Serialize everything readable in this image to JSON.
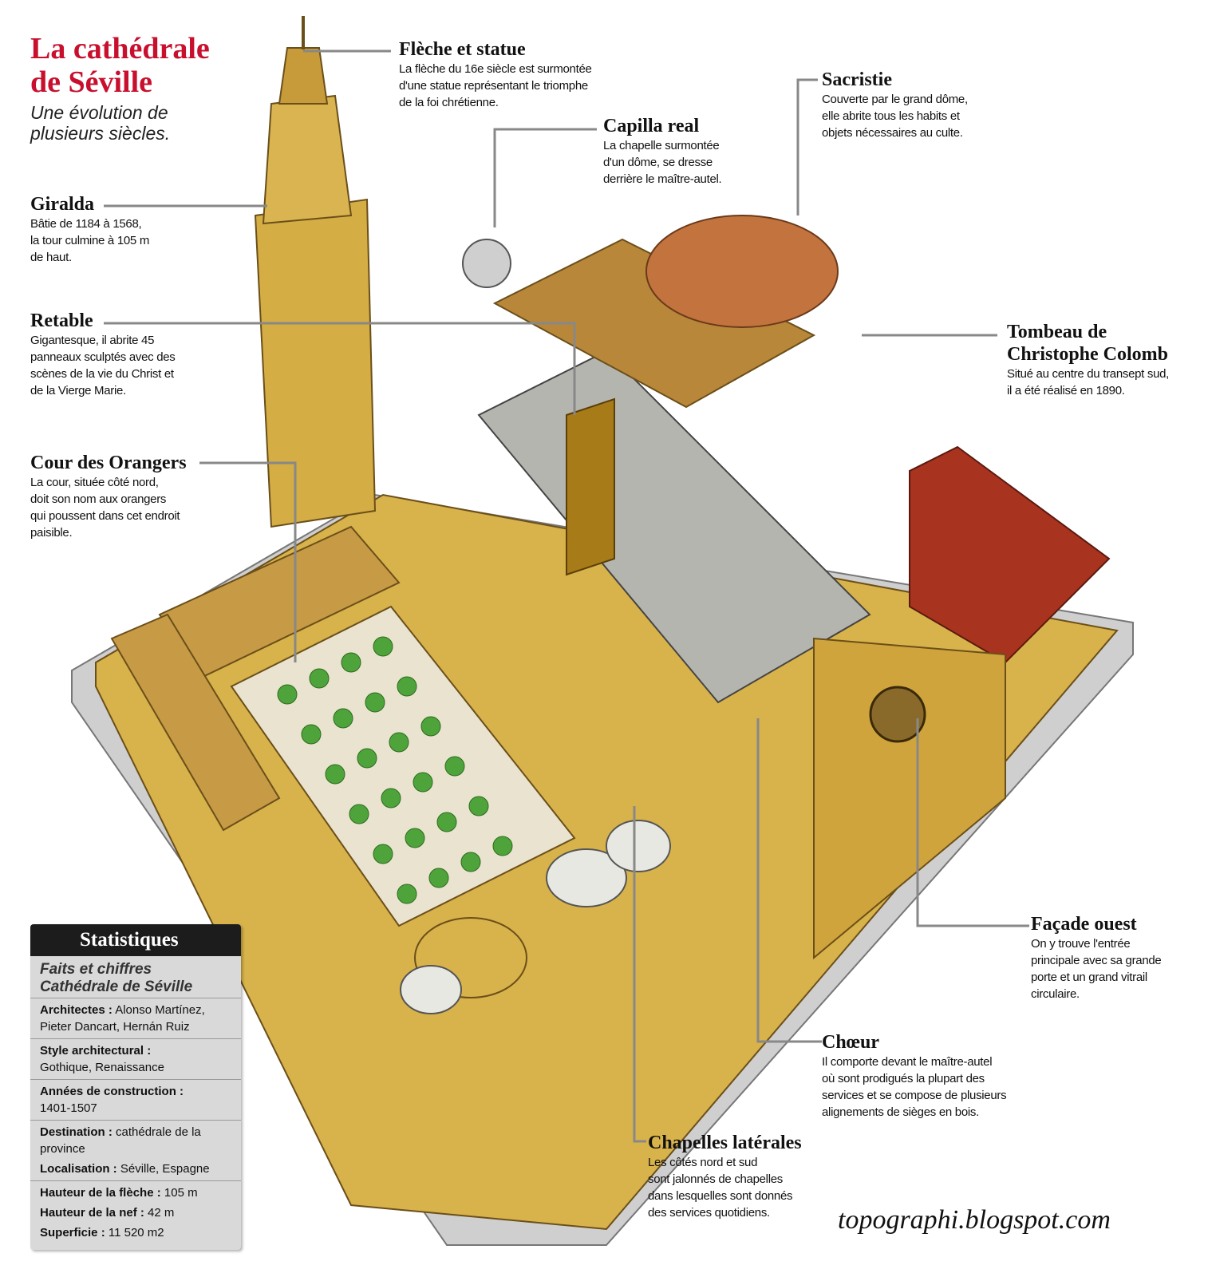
{
  "header": {
    "title_line1": "La cathédrale",
    "title_line2": "de Séville",
    "subtitle_line1": "Une évolution de",
    "subtitle_line2": "plusieurs siècles."
  },
  "callouts": {
    "fleche": {
      "heading": "Flèche et statue",
      "lines": [
        "La flèche du 16e siècle est surmontée",
        "d'une statue représentant le triomphe",
        "de la foi chrétienne."
      ]
    },
    "sacristie": {
      "heading": "Sacristie",
      "lines": [
        "Couverte par le grand dôme,",
        "elle abrite tous les habits et",
        "objets nécessaires au culte."
      ]
    },
    "capilla": {
      "heading": "Capilla real",
      "lines": [
        "La chapelle surmontée",
        "d'un dôme, se dresse",
        "derrière le maître-autel."
      ]
    },
    "giralda": {
      "heading": "Giralda",
      "lines": [
        "Bâtie de 1184 à 1568,",
        "la tour culmine à 105 m",
        "de haut."
      ]
    },
    "retable": {
      "heading": "Retable",
      "lines": [
        "Gigantesque, il abrite 45",
        "panneaux sculptés avec des",
        "scènes de la vie du Christ et",
        "de la Vierge Marie."
      ]
    },
    "tombeau": {
      "heading_line1": "Tombeau de",
      "heading_line2": "Christophe Colomb",
      "lines": [
        "Situé au centre du transept sud,",
        "il a été réalisé en 1890."
      ]
    },
    "cour": {
      "heading": "Cour des Orangers",
      "lines": [
        "La cour, située côté nord,",
        "doit son nom aux orangers",
        "qui poussent dans cet endroit",
        "paisible."
      ]
    },
    "facade": {
      "heading": "Façade ouest",
      "lines": [
        "On y trouve l'entrée",
        "principale avec sa grande",
        "porte et un grand vitrail",
        "circulaire."
      ]
    },
    "choeur": {
      "heading": "Chœur",
      "lines": [
        "Il comporte devant le maître-autel",
        "où sont prodigués la plupart des",
        "services et se compose de plusieurs",
        "alignements de sièges en bois."
      ]
    },
    "chapelles": {
      "heading": "Chapelles latérales",
      "lines": [
        "Les côtés nord et sud",
        "sont jalonnés de chapelles",
        "dans lesquelles sont donnés",
        "des services quotidiens."
      ]
    }
  },
  "stats": {
    "header": "Statistiques",
    "sub_line1": "Faits et chiffres",
    "sub_line2": "Cathédrale de Séville",
    "architectes_label": "Architectes :",
    "architectes_value": "Alonso Martínez, Pieter Dancart, Hernán Ruiz",
    "style_label": "Style architectural :",
    "style_value": "Gothique, Renaissance",
    "annees_label": "Années de construction :",
    "annees_value": "1401-1507",
    "destination_label": "Destination :",
    "destination_value": "cathédrale de la province",
    "localisation_label": "Localisation :",
    "localisation_value": "Séville, Espagne",
    "fleche_label": "Hauteur de la flèche :",
    "fleche_value": "105 m",
    "nef_label": "Hauteur de la nef :",
    "nef_value": "42 m",
    "superficie_label": "Superficie :",
    "superficie_value": "11 520 m2"
  },
  "watermark": "topographi.blogspot.com",
  "colors": {
    "title_red": "#c8102e",
    "stone": "#d8b24a",
    "roof": "#b8873a",
    "courtyard_red": "#a8331f",
    "tree_green": "#4ea43a"
  }
}
